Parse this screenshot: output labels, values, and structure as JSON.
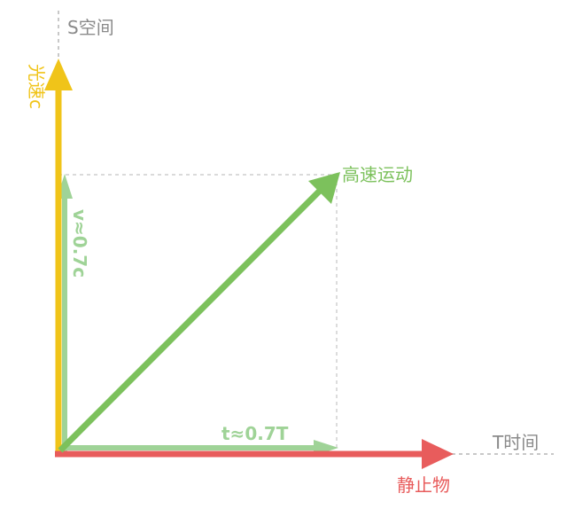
{
  "diagram": {
    "space_axis_label": "S空间",
    "time_axis_label": "T时间",
    "light_speed_label": "光速c",
    "high_speed_label": "高速运动",
    "rest_label": "静止物",
    "velocity_component_label": "v≈0.7c",
    "time_component_label": "t≈0.7T"
  },
  "colors": {
    "light_speed": "#f0c419",
    "high_speed": "#7cc15c",
    "rest": "#e85c5c",
    "component": "#9fd397",
    "axis_dash": "#b5b5b5",
    "text_gray": "#8a8a8a"
  }
}
